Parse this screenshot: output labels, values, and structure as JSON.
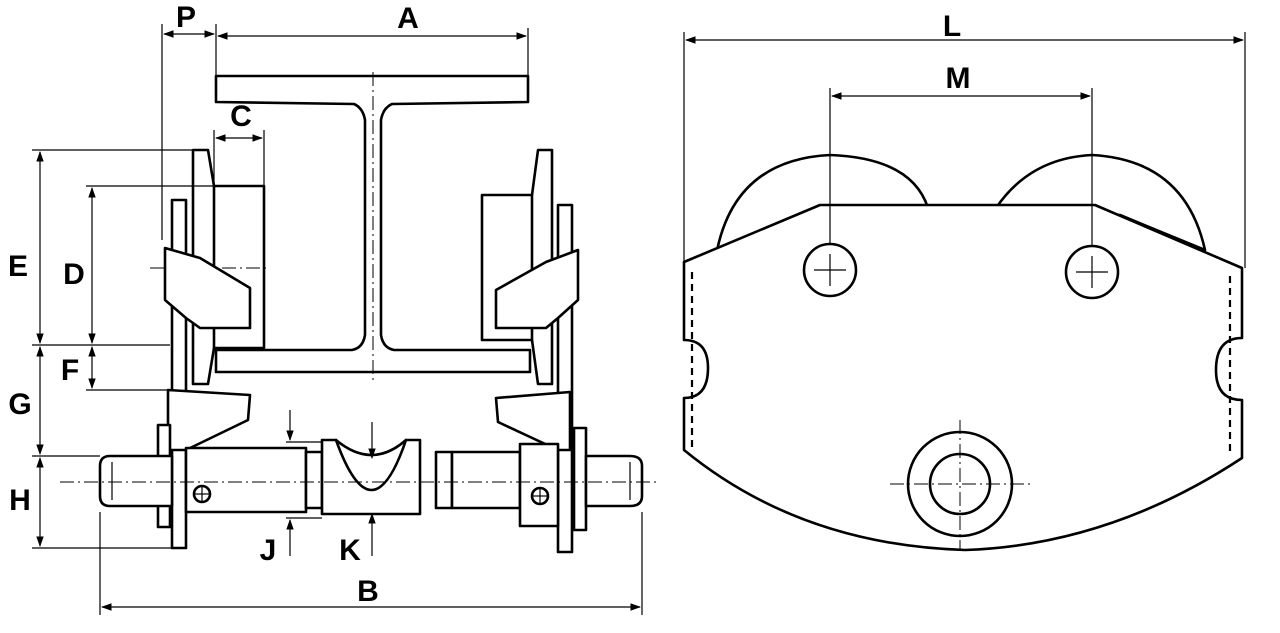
{
  "labels": {
    "P": "P",
    "A": "A",
    "C": "C",
    "E": "E",
    "D": "D",
    "F": "F",
    "G": "G",
    "H": "H",
    "J": "J",
    "K": "K",
    "B": "B",
    "L": "L",
    "M": "M"
  },
  "colors": {
    "line": "#000000",
    "background": "#ffffff"
  }
}
